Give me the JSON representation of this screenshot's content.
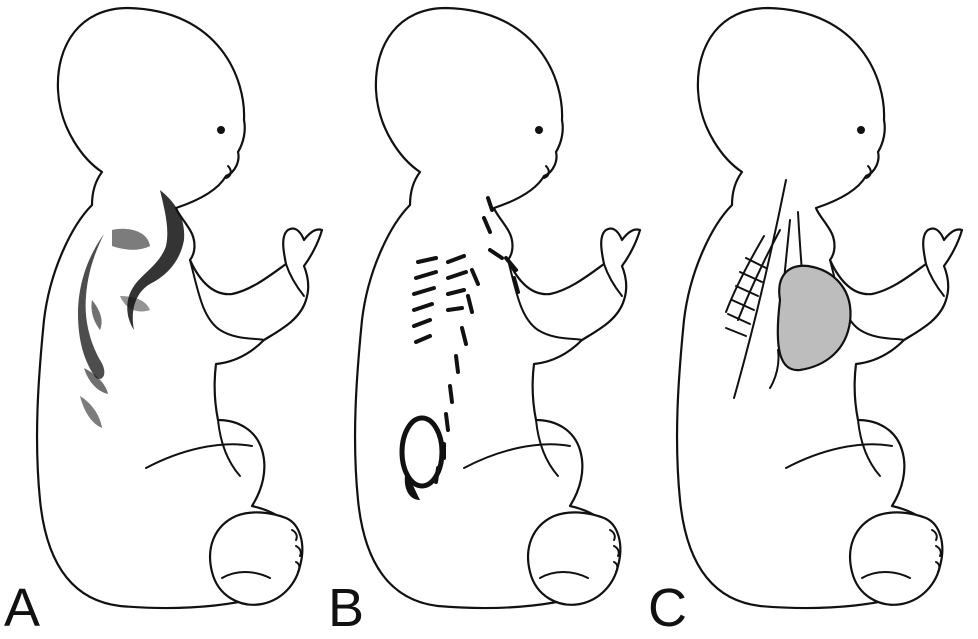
{
  "figure": {
    "panels": [
      {
        "id": "A",
        "label": "A",
        "illustration": "baby-with-stippled-back-shading"
      },
      {
        "id": "B",
        "label": "B",
        "illustration": "baby-with-dashed-back-marks-and-oval"
      },
      {
        "id": "C",
        "label": "C",
        "illustration": "baby-with-nerve-bundle-and-stippled-mass"
      }
    ],
    "colors": {
      "ink": "#111111",
      "paper": "#ffffff"
    }
  }
}
